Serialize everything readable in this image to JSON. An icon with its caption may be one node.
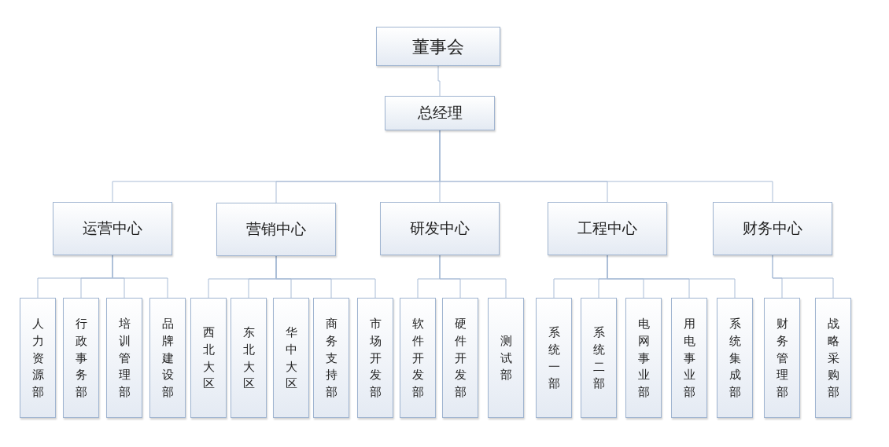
{
  "diagram": {
    "nodes": [
      {
        "text": [
          "董事会"
        ]
      },
      {
        "text": [
          "总经理"
        ]
      },
      {
        "text": [
          "运营中心"
        ]
      },
      {
        "text": [
          "营销中心"
        ]
      },
      {
        "text": [
          "研发中心"
        ]
      },
      {
        "text": [
          "工程中心"
        ]
      },
      {
        "text": [
          "财务中心"
        ]
      },
      {
        "text": [
          "人力资源部"
        ]
      },
      {
        "text": [
          "行政事务部"
        ]
      },
      {
        "text": [
          "培训管理部"
        ]
      },
      {
        "text": [
          "品牌建设部"
        ]
      },
      {
        "text": [
          "西北大区"
        ]
      },
      {
        "text": [
          "东北大区"
        ]
      },
      {
        "text": [
          "华中大区"
        ]
      },
      {
        "text": [
          "商务支持部"
        ]
      },
      {
        "text": [
          "市场开发部"
        ]
      },
      {
        "text": [
          "软件开发部"
        ]
      },
      {
        "text": [
          "硬件开发部"
        ]
      },
      {
        "text": [
          "测试部"
        ]
      },
      {
        "text": [
          "系统一部"
        ]
      },
      {
        "text": [
          "系统二部"
        ]
      },
      {
        "text": [
          "电网事业部"
        ]
      },
      {
        "text": [
          "用电事业部"
        ]
      },
      {
        "text": [
          "系统集成部"
        ]
      },
      {
        "text": [
          "财务管理部"
        ]
      },
      {
        "text": [
          "战略采购部"
        ]
      }
    ],
    "edges": [
      {
        "from": 0,
        "to": 1,
        "arrow": "none"
      },
      {
        "from": 1,
        "to": 2,
        "arrow": "none"
      },
      {
        "from": 1,
        "to": 3,
        "arrow": "none"
      },
      {
        "from": 1,
        "to": 4,
        "arrow": "none"
      },
      {
        "from": 1,
        "to": 5,
        "arrow": "none"
      },
      {
        "from": 1,
        "to": 6,
        "arrow": "none"
      },
      {
        "from": 2,
        "to": 7,
        "arrow": "none"
      },
      {
        "from": 2,
        "to": 8,
        "arrow": "none"
      },
      {
        "from": 2,
        "to": 9,
        "arrow": "none"
      },
      {
        "from": 2,
        "to": 10,
        "arrow": "none"
      },
      {
        "from": 3,
        "to": 11,
        "arrow": "none"
      },
      {
        "from": 3,
        "to": 12,
        "arrow": "none"
      },
      {
        "from": 3,
        "to": 13,
        "arrow": "none"
      },
      {
        "from": 3,
        "to": 14,
        "arrow": "none"
      },
      {
        "from": 3,
        "to": 15,
        "arrow": "none"
      },
      {
        "from": 4,
        "to": 16,
        "arrow": "none"
      },
      {
        "from": 4,
        "to": 17,
        "arrow": "none"
      },
      {
        "from": 4,
        "to": 18,
        "arrow": "none"
      },
      {
        "from": 5,
        "to": 19,
        "arrow": "none"
      },
      {
        "from": 5,
        "to": 20,
        "arrow": "none"
      },
      {
        "from": 5,
        "to": 21,
        "arrow": "none"
      },
      {
        "from": 5,
        "to": 22,
        "arrow": "none"
      },
      {
        "from": 5,
        "to": 23,
        "arrow": "none"
      },
      {
        "from": 6,
        "to": 24,
        "arrow": "none"
      },
      {
        "from": 6,
        "to": 25,
        "arrow": "none"
      }
    ]
  }
}
